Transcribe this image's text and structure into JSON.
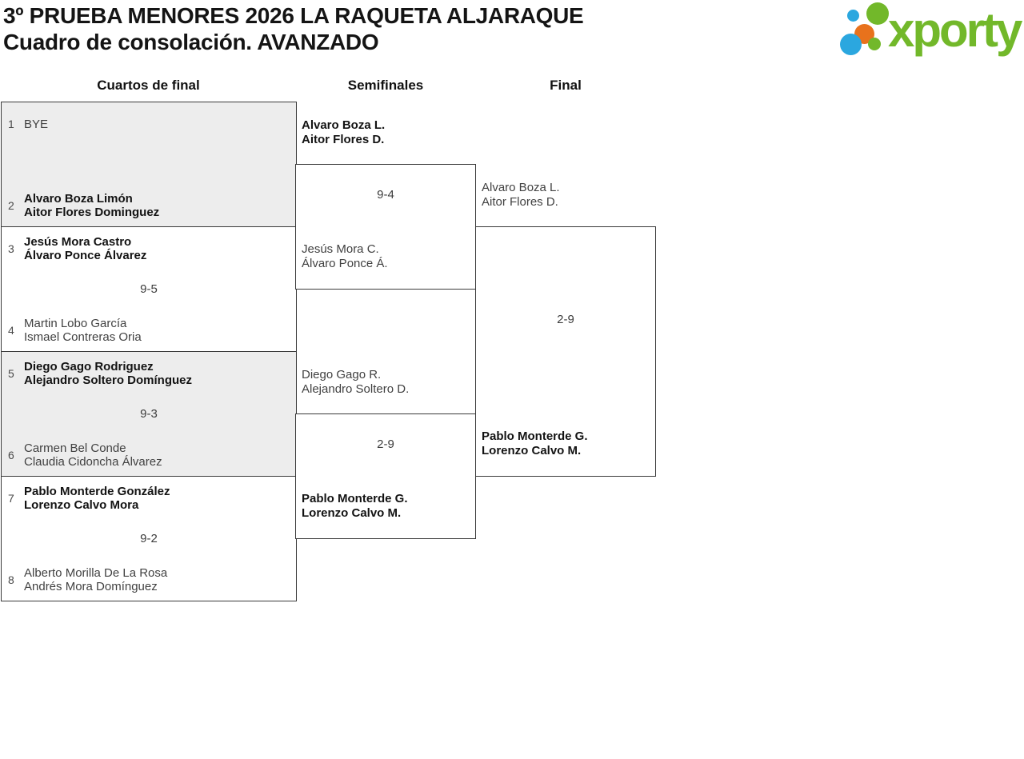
{
  "header": {
    "title": "3º PRUEBA MENORES 2026 LA RAQUETA ALJARAQUE",
    "subtitle": "Cuadro de consolación. AVANZADO",
    "logo_text": "xporty",
    "logo_colors": {
      "green": "#72b82a",
      "blue": "#2ba7df",
      "orange": "#e8721c"
    }
  },
  "rounds": [
    {
      "label": "Cuartos de final"
    },
    {
      "label": "Semifinales"
    },
    {
      "label": "Final"
    }
  ],
  "quarterfinals": [
    {
      "top": {
        "seed": "1",
        "line1": "BYE",
        "line2": "",
        "winner": false
      },
      "score": "",
      "bottom": {
        "seed": "2",
        "line1": "Alvaro Boza Limón",
        "line2": "Aitor Flores Dominguez",
        "winner": true
      },
      "shaded": true
    },
    {
      "top": {
        "seed": "3",
        "line1": "Jesús Mora Castro",
        "line2": "Álvaro Ponce Álvarez",
        "winner": true
      },
      "score": "9-5",
      "bottom": {
        "seed": "4",
        "line1": "Martin Lobo García",
        "line2": "Ismael Contreras Oria",
        "winner": false
      },
      "shaded": false
    },
    {
      "top": {
        "seed": "5",
        "line1": "Diego Gago Rodriguez",
        "line2": "Alejandro Soltero Domínguez",
        "winner": true
      },
      "score": "9-3",
      "bottom": {
        "seed": "6",
        "line1": "Carmen Bel Conde",
        "line2": "Claudia Cidoncha Álvarez",
        "winner": false
      },
      "shaded": true
    },
    {
      "top": {
        "seed": "7",
        "line1": "Pablo Monterde González",
        "line2": "Lorenzo Calvo Mora",
        "winner": true
      },
      "score": "9-2",
      "bottom": {
        "seed": "8",
        "line1": "Alberto Morilla De La Rosa",
        "line2": "Andrés Mora Domínguez",
        "winner": false
      },
      "shaded": false
    }
  ],
  "semifinals": [
    {
      "top": {
        "line1": "Alvaro Boza L.",
        "line2": "Aitor Flores D.",
        "winner": true
      },
      "score": "9-4",
      "bottom": {
        "line1": "Jesús Mora C.",
        "line2": "Álvaro Ponce Á.",
        "winner": false
      }
    },
    {
      "top": {
        "line1": "Diego Gago R.",
        "line2": "Alejandro Soltero D.",
        "winner": false
      },
      "score": "2-9",
      "bottom": {
        "line1": "Pablo Monterde G.",
        "line2": "Lorenzo Calvo M.",
        "winner": true
      }
    }
  ],
  "final": {
    "top": {
      "line1": "Alvaro Boza L.",
      "line2": "Aitor Flores D.",
      "winner": false
    },
    "score": "2-9",
    "bottom": {
      "line1": "Pablo Monterde G.",
      "line2": "Lorenzo Calvo M.",
      "winner": true
    }
  }
}
